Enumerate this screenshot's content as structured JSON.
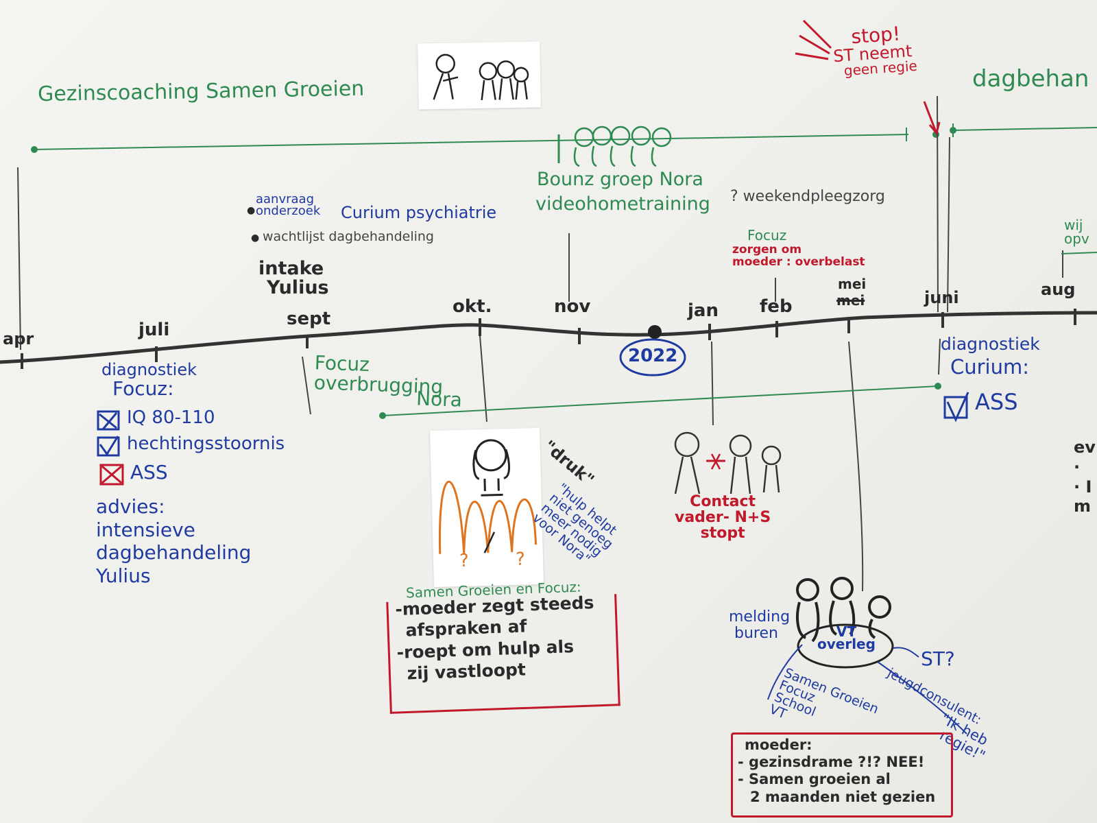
{
  "top": {
    "programme_title": "Gezinscoaching Samen Groeien",
    "stop_note": [
      "stop!",
      "ST neemt",
      "geen regie"
    ],
    "right_title": "dagbehan"
  },
  "months": {
    "apr": "apr",
    "juli": "juli",
    "sept": "sept",
    "okt": "okt.",
    "nov": "nov",
    "year": "2022",
    "jan": "jan",
    "feb": "feb",
    "mei_struck": "mei",
    "mei": "mei",
    "juni": "juni",
    "aug": "aug"
  },
  "above": {
    "aanvraag": [
      "aanvraag",
      "onderzoek"
    ],
    "curium_psychiatrie": "Curium psychiatrie",
    "wachtlijst": "wachtlijst dagbehandeling",
    "intake": [
      "intake",
      "Yulius"
    ],
    "bounz": "Bounz groep Nora",
    "video": "videohometraining",
    "weekend": "? weekendpleegzorg",
    "focuz": "Focuz",
    "zorgen": [
      "zorgen om",
      "moeder : overbelast"
    ],
    "wij": [
      "wij",
      "opv"
    ]
  },
  "below": {
    "diag_focuz": [
      "diagnostiek",
      "Focuz:"
    ],
    "checks": [
      "IQ 80-110",
      "hechtingsstoornis",
      "ASS"
    ],
    "advies": [
      "advies:",
      "intensieve",
      "dagbehandeling",
      "Yulius"
    ],
    "overbrugging": [
      "Focuz",
      "overbrugging",
      "Nora"
    ],
    "drukte": "\"druk\"",
    "hulp_helpt": [
      "\"hulp helpt",
      "niet genoeg",
      "meer nodig",
      "voor Nora\""
    ],
    "qmarks": [
      "?",
      "?"
    ],
    "samen_focuz": "Samen Groeien en Focuz:",
    "samen_items": [
      "moeder zegt steeds",
      "afspraken af",
      "roept om hulp als",
      "zij vastloopt"
    ],
    "contact": [
      "Contact",
      "vader- N+S",
      "stopt"
    ],
    "melding": [
      "melding",
      "buren"
    ],
    "vt": [
      "VT",
      "overleg"
    ],
    "st_q": "ST?",
    "participants": [
      "Samen Groeien",
      "Focuz",
      "School",
      "VT"
    ],
    "jeugdconsulent": [
      "jeugdconsulent:",
      "\"Ik heb",
      "regie!\""
    ],
    "moeder_title": "moeder:",
    "moeder_items": [
      "gezinsdrame ?!? NEE!",
      "Samen groeien al",
      "2 maanden niet gezien"
    ],
    "diag_curium": [
      "diagnostiek",
      "Curium:"
    ],
    "ass_check": "ASS",
    "edge_right": [
      "ev",
      "·",
      "· I",
      "m"
    ]
  },
  "colors": {
    "green": "#2f8a52",
    "blue": "#1f3aa0",
    "red": "#c2182b",
    "black": "#2a2a2a",
    "orange": "#e0741e"
  }
}
